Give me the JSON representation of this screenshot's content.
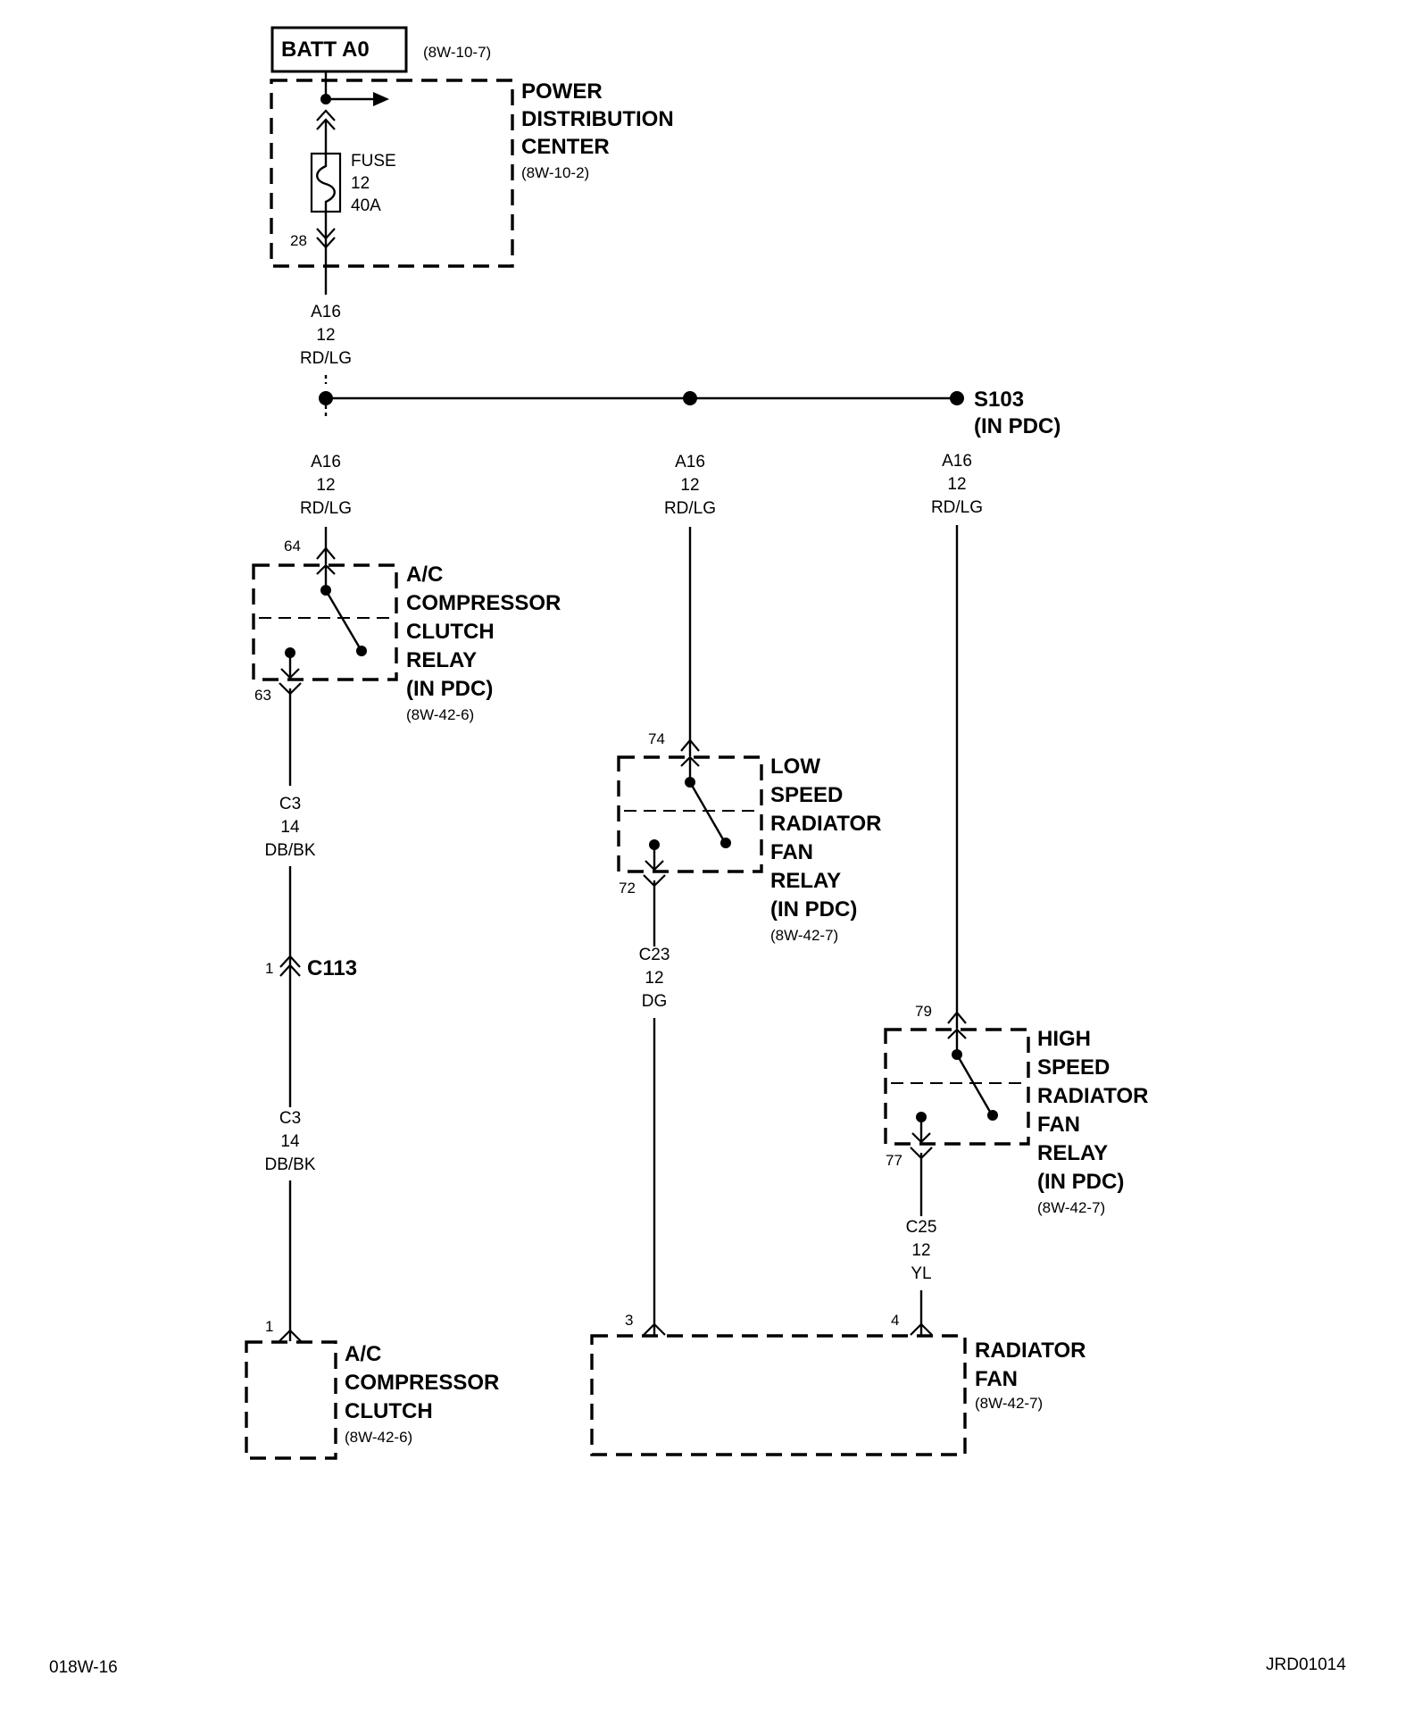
{
  "battery": {
    "label": "BATT A0",
    "ref": "(8W-10-7)"
  },
  "pdc": {
    "title_lines": [
      "POWER",
      "DISTRIBUTION",
      "CENTER"
    ],
    "ref": "(8W-10-2)",
    "fuse_lines": [
      "FUSE",
      "12",
      "40A"
    ],
    "pin": "28"
  },
  "wires": {
    "feed": [
      "A16",
      "12",
      "RD/LG"
    ],
    "branch_ac": [
      "A16",
      "12",
      "RD/LG"
    ],
    "branch_low": [
      "A16",
      "12",
      "RD/LG"
    ],
    "branch_high": [
      "A16",
      "12",
      "RD/LG"
    ],
    "c3_upper": [
      "C3",
      "14",
      "DB/BK"
    ],
    "c3_lower": [
      "C3",
      "14",
      "DB/BK"
    ],
    "c23": [
      "C23",
      "12",
      "DG"
    ],
    "c25": [
      "C25",
      "12",
      "YL"
    ]
  },
  "splice": {
    "name": "S103",
    "location": "(IN PDC)"
  },
  "ac_relay": {
    "lines": [
      "A/C",
      "COMPRESSOR",
      "CLUTCH",
      "RELAY",
      "(IN PDC)"
    ],
    "ref": "(8W-42-6)",
    "pin_in": "64",
    "pin_out": "63"
  },
  "low_relay": {
    "lines": [
      "LOW",
      "SPEED",
      "RADIATOR",
      "FAN",
      "RELAY",
      "(IN PDC)"
    ],
    "ref": "(8W-42-7)",
    "pin_in": "74",
    "pin_out": "72"
  },
  "high_relay": {
    "lines": [
      "HIGH",
      "SPEED",
      "RADIATOR",
      "FAN",
      "RELAY",
      "(IN PDC)"
    ],
    "ref": "(8W-42-7)",
    "pin_in": "79",
    "pin_out": "77"
  },
  "connector_c113": {
    "name": "C113",
    "pin": "1"
  },
  "ac_clutch": {
    "lines": [
      "A/C",
      "COMPRESSOR",
      "CLUTCH"
    ],
    "ref": "(8W-42-6)",
    "pin": "1"
  },
  "radiator_fan": {
    "lines": [
      "RADIATOR",
      "FAN"
    ],
    "ref": "(8W-42-7)",
    "pin_low": "3",
    "pin_high": "4"
  },
  "footer": {
    "left": "018W-16",
    "right": "JRD01014"
  }
}
